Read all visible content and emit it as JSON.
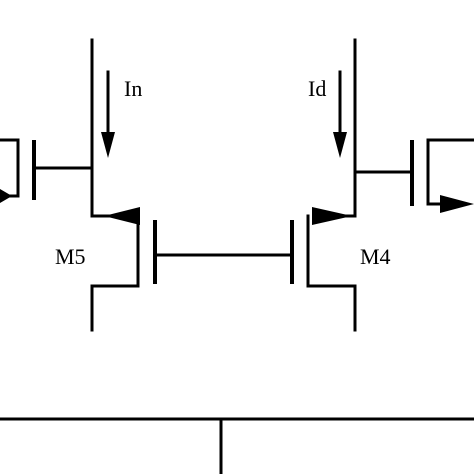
{
  "labels": {
    "current_left": "In",
    "current_right": "Id",
    "transistor_left": "M5",
    "transistor_right": "M4"
  }
}
